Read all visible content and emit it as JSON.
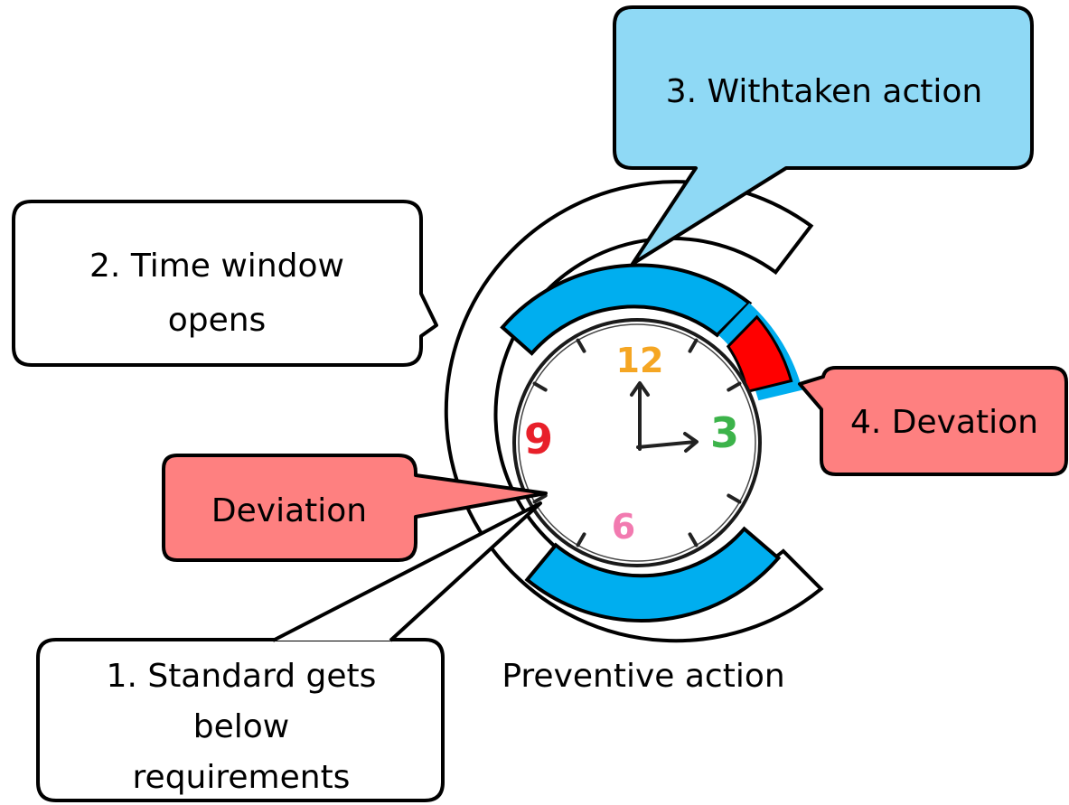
{
  "callouts": {
    "standard": {
      "lines": [
        "1. Standard gets",
        "below",
        "requirements"
      ]
    },
    "time_window": {
      "lines": [
        "2. Time window",
        "opens"
      ]
    },
    "withtaken": {
      "label": "3. Withtaken action"
    },
    "devation4": {
      "label": "4. Devation"
    },
    "deviation": {
      "label": "Deviation"
    }
  },
  "preventive_label": "Preventive action",
  "clock": {
    "numbers": {
      "twelve": "12",
      "three": "3",
      "six": "6",
      "nine": "9"
    },
    "number_colors": {
      "twelve": "#f5a623",
      "three": "#3cb34a",
      "six": "#f27ab0",
      "nine": "#e8202a"
    }
  },
  "colors": {
    "blue_fill": "#00aeef",
    "light_blue_fill": "#8fd9f5",
    "red_fill": "#ff0000",
    "salmon_fill": "#fe8080",
    "outline": "#000000"
  }
}
